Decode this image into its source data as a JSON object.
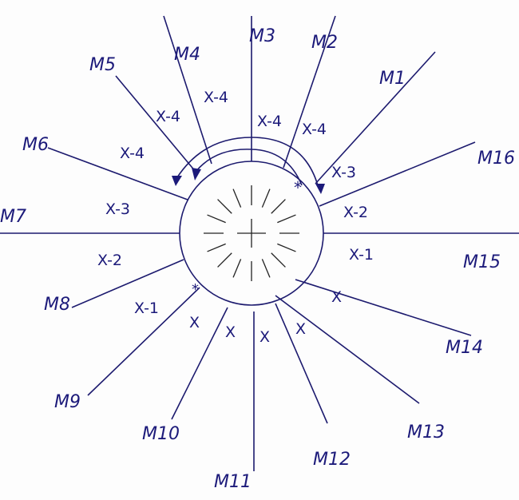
{
  "machines": [
    "M1",
    "M2",
    "M3",
    "M4",
    "M5",
    "M6",
    "M7",
    "M8",
    "M9",
    "M10",
    "M11",
    "M12",
    "M13",
    "M14",
    "M15",
    "M16"
  ],
  "edge_labels": [
    "X-4",
    "X-4",
    "X-4",
    "X-4",
    "X-4",
    "X-3",
    "X-3",
    "X-2",
    "X-2",
    "X-1",
    "X-1",
    "X",
    "X",
    "X",
    "X",
    "X"
  ],
  "colors": {
    "ink": "#1c1a7a"
  }
}
